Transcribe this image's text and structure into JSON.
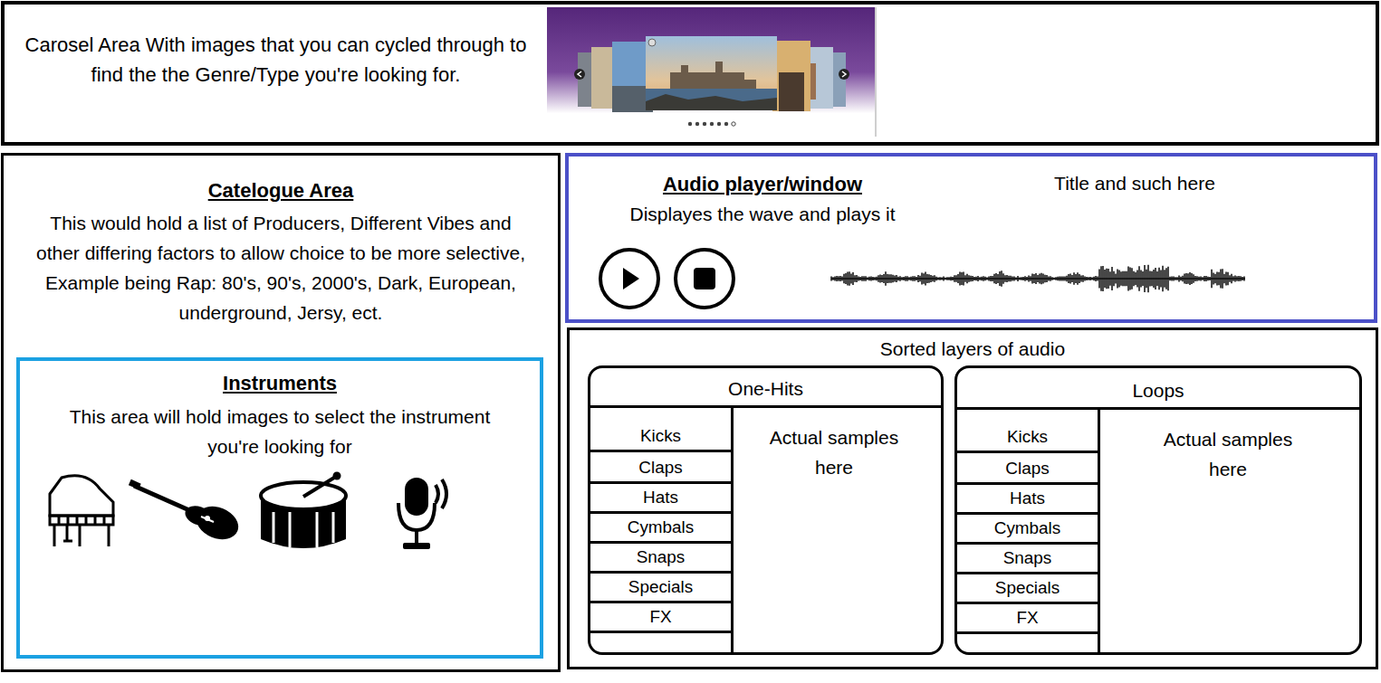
{
  "diagram": {
    "nodes": [
      {
        "text": [
          "Carosel Area With images that you can cycled through to find the the Genre/Type you're looking for."
        ]
      },
      {
        "text": [
          "Catelogue Area",
          "This would hold a list of Producers, Different Vibes and other differing factors to allow choice to be more selective, Example being Rap: 80's, 90's, 2000's, Dark, European, underground, Jersy, ect."
        ]
      },
      {
        "text": [
          "Instruments",
          "This area will hold images to select the instrument you're looking for"
        ],
        "in": 1
      },
      {
        "text": [
          "Audio player/window",
          "Displayes the wave and plays it",
          "Title and such here"
        ]
      },
      {
        "text": [
          "Sorted layers of audio"
        ]
      },
      {
        "text": [
          "One-Hits",
          "Actual samples here"
        ],
        "in": 4
      },
      {
        "text": [
          "Kicks"
        ],
        "in": 5
      },
      {
        "text": [
          "Claps"
        ],
        "in": 5
      },
      {
        "text": [
          "Hats"
        ],
        "in": 5
      },
      {
        "text": [
          "Cymbals"
        ],
        "in": 5
      },
      {
        "text": [
          "Snaps"
        ],
        "in": 5
      },
      {
        "text": [
          "Specials"
        ],
        "in": 5
      },
      {
        "text": [
          "FX"
        ],
        "in": 5
      },
      {
        "text": [
          "Loops",
          "Actual samples here"
        ],
        "in": 4
      },
      {
        "text": [
          "Kicks"
        ],
        "in": 13
      },
      {
        "text": [
          "Claps"
        ],
        "in": 13
      },
      {
        "text": [
          "Hats"
        ],
        "in": 13
      },
      {
        "text": [
          "Cymbals"
        ],
        "in": 13
      },
      {
        "text": [
          "Snaps"
        ],
        "in": 13
      },
      {
        "text": [
          "Specials"
        ],
        "in": 13
      },
      {
        "text": [
          "FX"
        ],
        "in": 13
      }
    ]
  }
}
